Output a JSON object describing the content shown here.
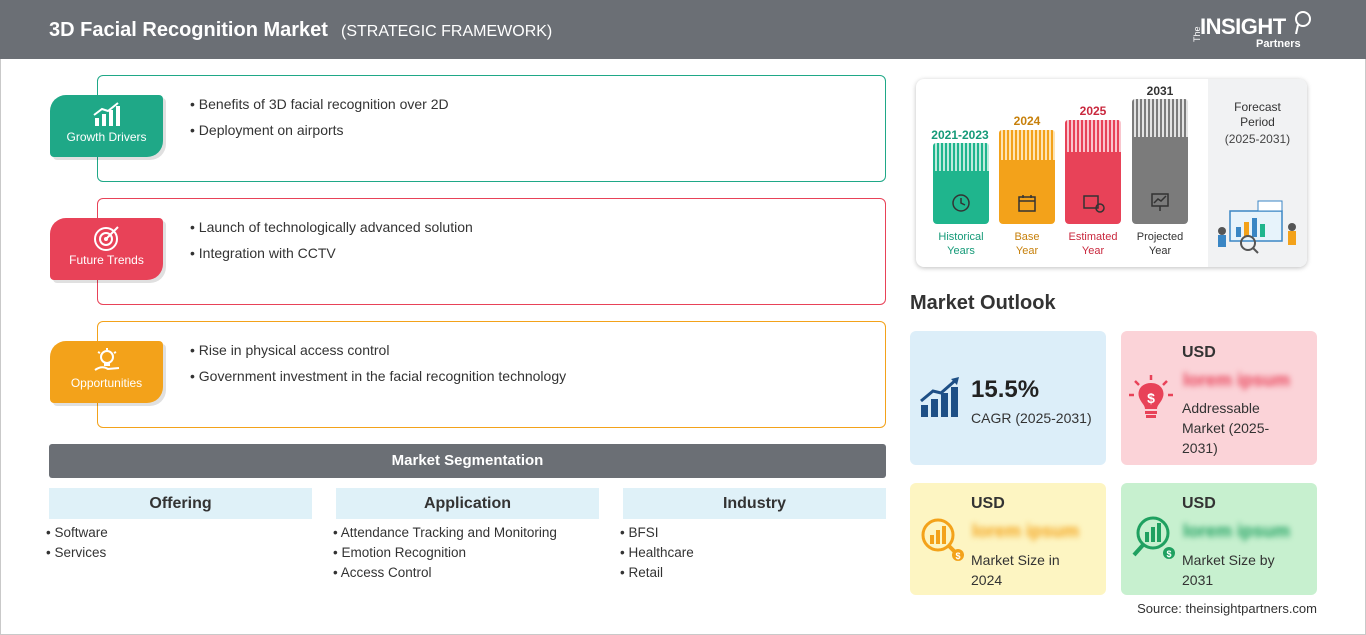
{
  "header": {
    "title": "3D Facial Recognition Market",
    "subtitle": "(STRATEGIC FRAMEWORK)",
    "logo_the": "The",
    "logo_main": "INSIGHT",
    "logo_partners": "Partners"
  },
  "drivers": [
    {
      "label": "Growth Drivers",
      "icon": "growth-chart-icon",
      "color": "#1fa887",
      "items": [
        "Benefits of 3D facial recognition over 2D",
        "Deployment on airports"
      ]
    },
    {
      "label": "Future Trends",
      "icon": "target-icon",
      "color": "#e84258",
      "items": [
        "Launch of technologically advanced solution",
        "Integration with CCTV"
      ]
    },
    {
      "label": "Opportunities",
      "icon": "lightbulb-hand-icon",
      "color": "#f3a21a",
      "items": [
        "Rise in physical access control",
        "Government investment in the facial recognition technology"
      ]
    }
  ],
  "segmentation": {
    "title": "Market Segmentation",
    "columns": [
      {
        "head": "Offering",
        "items": [
          "Software",
          "Services"
        ]
      },
      {
        "head": "Application",
        "items": [
          "Attendance Tracking and Monitoring",
          "Emotion Recognition",
          "Access Control"
        ]
      },
      {
        "head": "Industry",
        "items": [
          "BFSI",
          "Healthcare",
          "Retail"
        ]
      }
    ]
  },
  "timeline": {
    "periods": [
      {
        "year": "2021-2023",
        "caption_1": "Historical",
        "caption_2": "Years",
        "color": "#1fb58d",
        "icon": "history-icon"
      },
      {
        "year": "2024",
        "caption_1": "Base",
        "caption_2": "Year",
        "color": "#f3a21a",
        "icon": "calendar-icon"
      },
      {
        "year": "2025",
        "caption_1": "Estimated",
        "caption_2": "Year",
        "color": "#e84258",
        "icon": "estimate-icon"
      },
      {
        "year": "2031",
        "caption_1": "Projected",
        "caption_2": "Year",
        "color": "#7b7b7b",
        "icon": "projection-icon"
      }
    ],
    "forecast_label_1": "Forecast",
    "forecast_label_2": "Period",
    "forecast_years": "(2025-2031)"
  },
  "outlook": {
    "title": "Market Outlook",
    "cagr_value": "15.5%",
    "cagr_label": "CAGR (2025-2031)",
    "addressable_usd": "USD",
    "addressable_value": "lorem ipsum",
    "addressable_label": "Addressable Market (2025-2031)",
    "size2024_usd": "USD",
    "size2024_value": "lorem ipsum",
    "size2024_label": "Market Size in 2024",
    "size2031_usd": "USD",
    "size2031_value": "lorem ipsum",
    "size2031_label": "Market Size by 2031"
  },
  "colors": {
    "header_bg": "#6b6f75",
    "cagr_card": "#dceef9",
    "addressable_card": "#fbd3d8",
    "size2024_card": "#fdf5c2",
    "size2031_card": "#c7f0cf"
  },
  "source": "Source: theinsightpartners.com"
}
